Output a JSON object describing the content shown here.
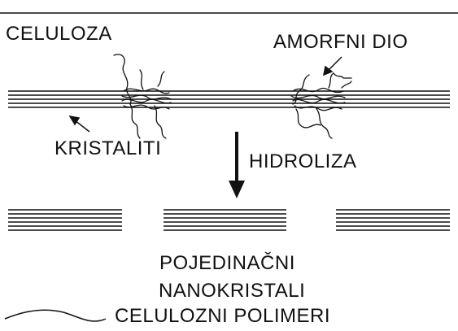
{
  "labels": {
    "cellulose": "CELULOZA",
    "amorphous_part": "AMORFNI DIO",
    "crystallites": "KRISTALITI",
    "hydrolysis": "HIDROLIZA",
    "nanocrystals_line1": "POJEDINAČNI",
    "nanocrystals_line2": "NANOKRISTALI",
    "polymers_legend": "CELULOZNI POLIMERI"
  },
  "colors": {
    "line": "#111111",
    "background": "#ffffff"
  }
}
